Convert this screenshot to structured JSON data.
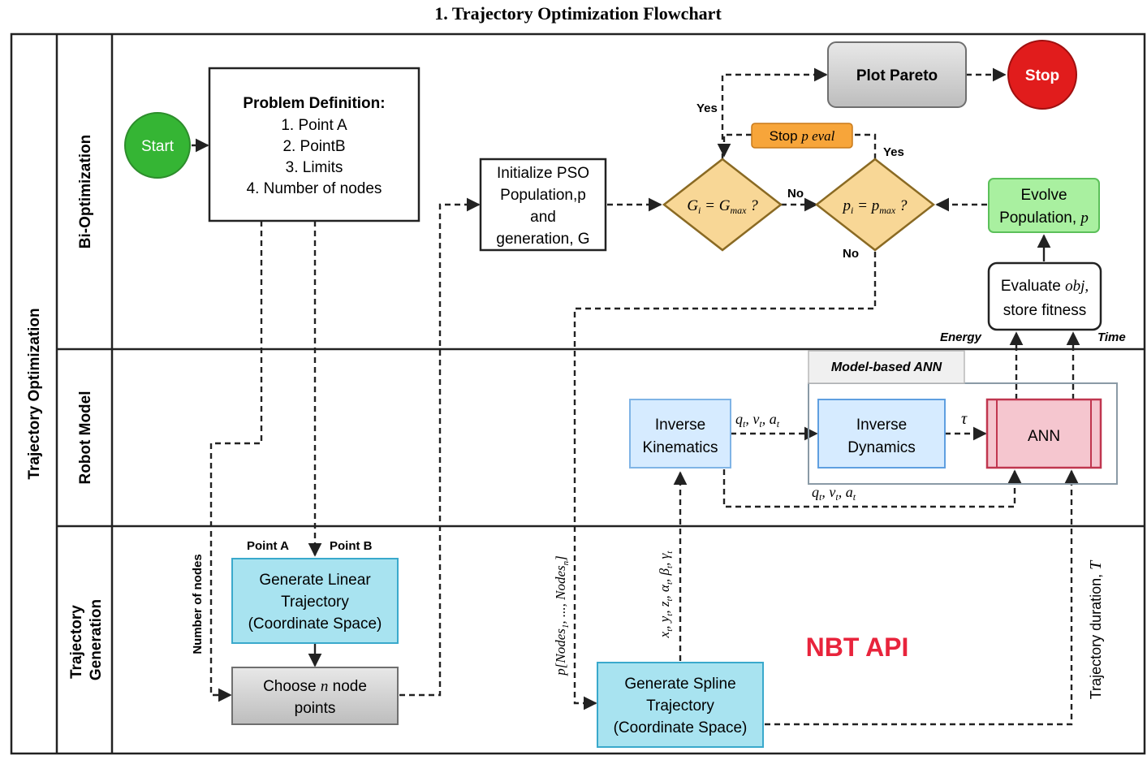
{
  "title": "1. Trajectory Optimization  Flowchart",
  "pool_label": "Trajectory Optimization",
  "lanes": {
    "bi_opt": "Bi-Optimization",
    "robot_model": "Robot Model",
    "traj_gen_line1": "Trajectory",
    "traj_gen_line2": "Generation"
  },
  "nodes": {
    "start": "Start",
    "stop": "Stop",
    "plot_pareto": "Plot Pareto",
    "problem_def": {
      "heading": "Problem Definition:",
      "items": [
        "1. Point A",
        "2. PointB",
        "3. Limits",
        "4. Number of nodes"
      ]
    },
    "init_pso": [
      "Initialize PSO",
      "Population,p",
      "and",
      "generation, G"
    ],
    "decision_g": {
      "lhs": "G",
      "sub": "i",
      "eq": " = G",
      "sub2": "max",
      "q": " ?"
    },
    "decision_p": {
      "lhs": "p",
      "sub": "i",
      "eq": " = p",
      "sub2": "max",
      "q": " ?"
    },
    "stop_p_eval": {
      "prefix": "Stop ",
      "var": "p eval"
    },
    "evolve": {
      "line1": "Evolve",
      "line2": "Population, ",
      "var": "p"
    },
    "evaluate": {
      "line1_prefix": "Evaluate ",
      "line1_var": "obj,",
      "line2": "store fitness"
    },
    "model_ann_label": "Model-based ANN",
    "inverse_kinematics": [
      "Inverse",
      "Kinematics"
    ],
    "inverse_dynamics": [
      "Inverse",
      "Dynamics"
    ],
    "ann": "ANN",
    "gen_linear": [
      "Generate Linear",
      "Trajectory",
      "(Coordinate Space)"
    ],
    "choose_nodes": {
      "prefix": "Choose ",
      "var": "n",
      "suffix": " node",
      "line2": "points"
    },
    "gen_spline": [
      "Generate Spline",
      "Trajectory",
      "(Coordinate Space)"
    ],
    "nbt_api": "NBT API"
  },
  "edge_labels": {
    "yes_top": "Yes",
    "yes_right": "Yes",
    "no_mid": "No",
    "no_bottom": "No",
    "energy": "Energy",
    "time": "Time",
    "point_a": "Point A",
    "point_b": "Point B",
    "number_of_nodes": "Number of nodes",
    "qva_top": "q",
    "qva_bottom": "q",
    "tau": "τ",
    "nodes_vec": "p[Nodes",
    "spline_vars": "x",
    "traj_duration": "Trajectory duration, ",
    "traj_duration_var": "T"
  },
  "colors": {
    "start_green": "#35b534",
    "stop_red": "#e11c1c",
    "decision_fill": "#f8d796",
    "decision_stroke": "#8a6a23",
    "stop_eval_fill": "#f7a53a",
    "evolve_fill": "#a9f0a0",
    "teal_fill": "#a8e3f0",
    "blue_fill": "#d6ebff",
    "ann_fill": "#f5c6cf",
    "ann_stroke": "#c0364f",
    "grey_fill": "#c9c9c9",
    "nbt_red": "#e8243c"
  }
}
